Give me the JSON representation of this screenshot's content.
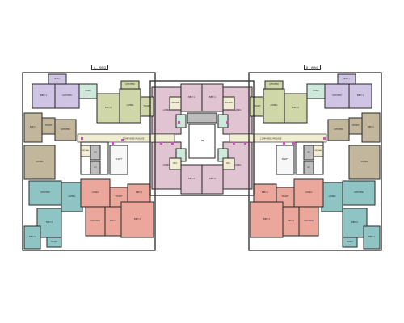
{
  "wings": [
    {
      "label": "A - WING"
    },
    {
      "label": "B - WING"
    }
  ],
  "passage_label": "1.2MM WIDE PASSAGE",
  "room_labels": {
    "kitchen": "KITCHEN",
    "living": "LIVING",
    "bed1": "BED 1",
    "bed2": "BED 2",
    "bed3": "BED 3",
    "toilet": "TOILET",
    "wc": "W.C.",
    "bath": "BATH",
    "lift": "LIFT",
    "shaft": "SHAFT",
    "dry_balcony": "DRY BAL."
  },
  "colors": {
    "lavender": "#cfc4e3",
    "mauve": "#e1c4d2",
    "sage": "#cfd7a9",
    "khaki": "#c2b79d",
    "teal": "#8ec4c4",
    "salmon": "#eba79b",
    "mint": "#cfe8dc",
    "cream": "#f1edd3",
    "grey": "#bdbdbd",
    "wall": "#3a3a3a"
  }
}
